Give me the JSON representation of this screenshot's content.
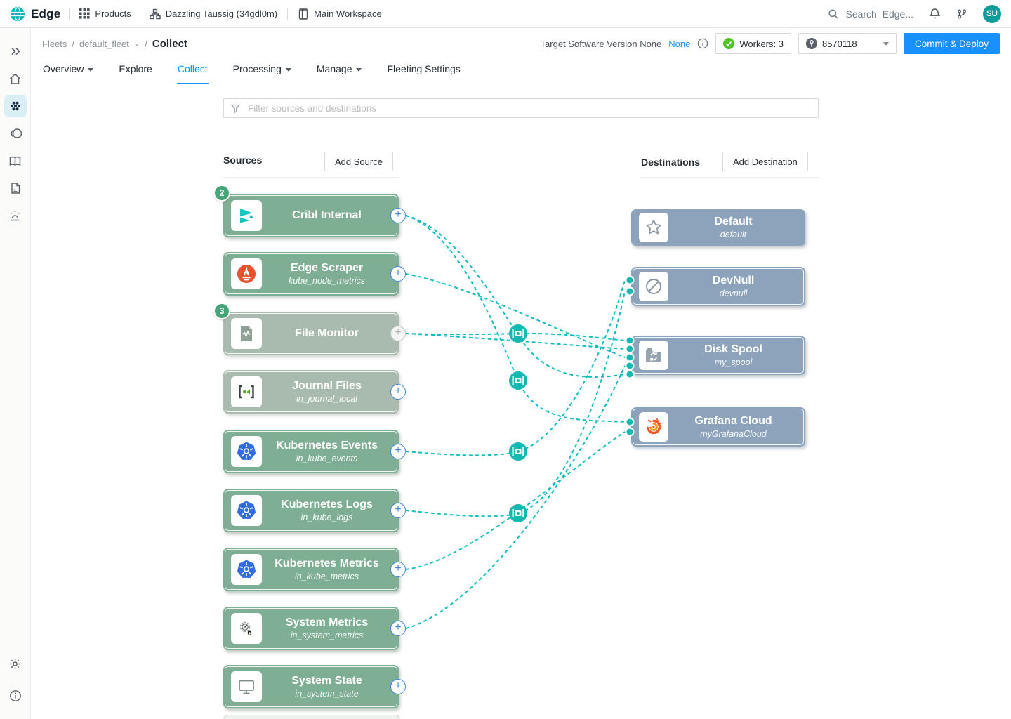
{
  "topbar": {
    "brand": "Edge",
    "products": "Products",
    "org": "Dazzling Taussig (34gdl0m)",
    "workspace": "Main Workspace",
    "search": "Search  Edge...",
    "avatar": "SU"
  },
  "breadcrumb": {
    "root": "Fleets",
    "sep1": "/",
    "fleet": "default_fleet",
    "sep2": "/",
    "page": "Collect"
  },
  "deploy": {
    "target_label": "Target Software Version None",
    "target_link": "None",
    "workers": "Workers: 3",
    "commit_id": "8570118",
    "deploy_button": "Commit & Deploy"
  },
  "tabs": [
    {
      "label": "Overview",
      "caret": true
    },
    {
      "label": "Explore"
    },
    {
      "label": "Collect",
      "active": true
    },
    {
      "label": "Processing",
      "caret": true
    },
    {
      "label": "Manage",
      "caret": true
    },
    {
      "label": "Fleeting Settings"
    }
  ],
  "filter": {
    "placeholder": "Filter sources and destinations"
  },
  "sources_header": {
    "title": "Sources",
    "button": "Add Source"
  },
  "destinations_header": {
    "title": "Destinations",
    "button": "Add Destination"
  },
  "sources": [
    {
      "id": "cribl-internal",
      "title": "Cribl Internal",
      "subtitle": "",
      "icon": "cribl-icon",
      "disabled": false,
      "plus_disabled": false,
      "badge": "2"
    },
    {
      "id": "edge-scraper",
      "title": "Edge Scraper",
      "subtitle": "kube_node_metrics",
      "icon": "prometheus-icon",
      "disabled": false,
      "plus_disabled": false
    },
    {
      "id": "file-monitor",
      "title": "File Monitor",
      "subtitle": "",
      "icon": "file-monitor-icon",
      "disabled": true,
      "plus_disabled": true,
      "badge": "3"
    },
    {
      "id": "journal-files",
      "title": "Journal Files",
      "subtitle": "in_journal_local",
      "icon": "journald-icon",
      "disabled": true,
      "plus_disabled": false
    },
    {
      "id": "kubernetes-events",
      "title": "Kubernetes Events",
      "subtitle": "in_kube_events",
      "icon": "kubernetes-icon",
      "disabled": false,
      "plus_disabled": false
    },
    {
      "id": "kubernetes-logs",
      "title": "Kubernetes Logs",
      "subtitle": "in_kube_logs",
      "icon": "kubernetes-icon",
      "disabled": false,
      "plus_disabled": false
    },
    {
      "id": "kubernetes-metrics",
      "title": "Kubernetes Metrics",
      "subtitle": "in_kube_metrics",
      "icon": "kubernetes-icon",
      "disabled": false,
      "plus_disabled": false
    },
    {
      "id": "system-metrics",
      "title": "System Metrics",
      "subtitle": "in_system_metrics",
      "icon": "system-metrics-icon",
      "disabled": false,
      "plus_disabled": false
    },
    {
      "id": "system-state",
      "title": "System State",
      "subtitle": "in_system_state",
      "icon": "system-state-icon",
      "disabled": false,
      "plus_disabled": false
    }
  ],
  "destinations": [
    {
      "id": "default",
      "title": "Default",
      "subtitle": "default",
      "icon": "star-icon",
      "inner_border": false
    },
    {
      "id": "devnull",
      "title": "DevNull",
      "subtitle": "devnull",
      "icon": "devnull-icon",
      "inner_border": true
    },
    {
      "id": "disk-spool",
      "title": "Disk Spool",
      "subtitle": "my_spool",
      "icon": "disk-spool-icon",
      "inner_border": true
    },
    {
      "id": "grafana-cloud",
      "title": "Grafana Cloud",
      "subtitle": "myGrafanaCloud",
      "icon": "grafana-icon",
      "inner_border": true
    }
  ],
  "connections": [
    {
      "from": "cribl-internal",
      "to": "grafana-cloud",
      "dot": 0,
      "badge": true
    },
    {
      "from": "cribl-internal",
      "to": "disk-spool",
      "dot": 4,
      "badge": false
    },
    {
      "from": "edge-scraper",
      "to": "disk-spool",
      "dot": 2,
      "badge": false
    },
    {
      "from": "file-monitor",
      "to": "disk-spool",
      "dot": 0,
      "badge": true
    },
    {
      "from": "file-monitor",
      "to": "disk-spool",
      "dot": 1,
      "badge": false
    },
    {
      "from": "kubernetes-events",
      "to": "devnull",
      "dot": 0,
      "badge": true
    },
    {
      "from": "kubernetes-logs",
      "to": "devnull",
      "dot": 1,
      "badge": true
    },
    {
      "from": "kubernetes-metrics",
      "to": "grafana-cloud",
      "dot": 1,
      "badge": false
    },
    {
      "from": "system-metrics",
      "to": "disk-spool",
      "dot": 3,
      "badge": false
    }
  ],
  "sidebar": {
    "top": [
      {
        "name": "expand",
        "icon": "chevrons-right-icon",
        "active": false
      },
      {
        "name": "home",
        "icon": "home-icon",
        "active": false
      },
      {
        "name": "fleets",
        "icon": "fleet-icon",
        "active": true
      },
      {
        "name": "data",
        "icon": "disks-icon",
        "active": false
      },
      {
        "name": "docs",
        "icon": "book-icon",
        "active": false
      },
      {
        "name": "notes",
        "icon": "document-icon",
        "active": false
      },
      {
        "name": "alerts",
        "icon": "siren-icon",
        "active": false
      }
    ],
    "bottom": [
      {
        "name": "settings",
        "icon": "gear-icon",
        "active": false
      },
      {
        "name": "info",
        "icon": "info-icon",
        "active": false
      }
    ]
  },
  "colors": {
    "accent_blue": "#1890ff",
    "connection_teal": "#0fbfbf",
    "dot_teal": "#12b8b1",
    "source_green": "#7eae93",
    "source_disabled": "#a9baae",
    "destination_bluegray": "#8ca3bb",
    "count_badge_green": "#46a578"
  }
}
